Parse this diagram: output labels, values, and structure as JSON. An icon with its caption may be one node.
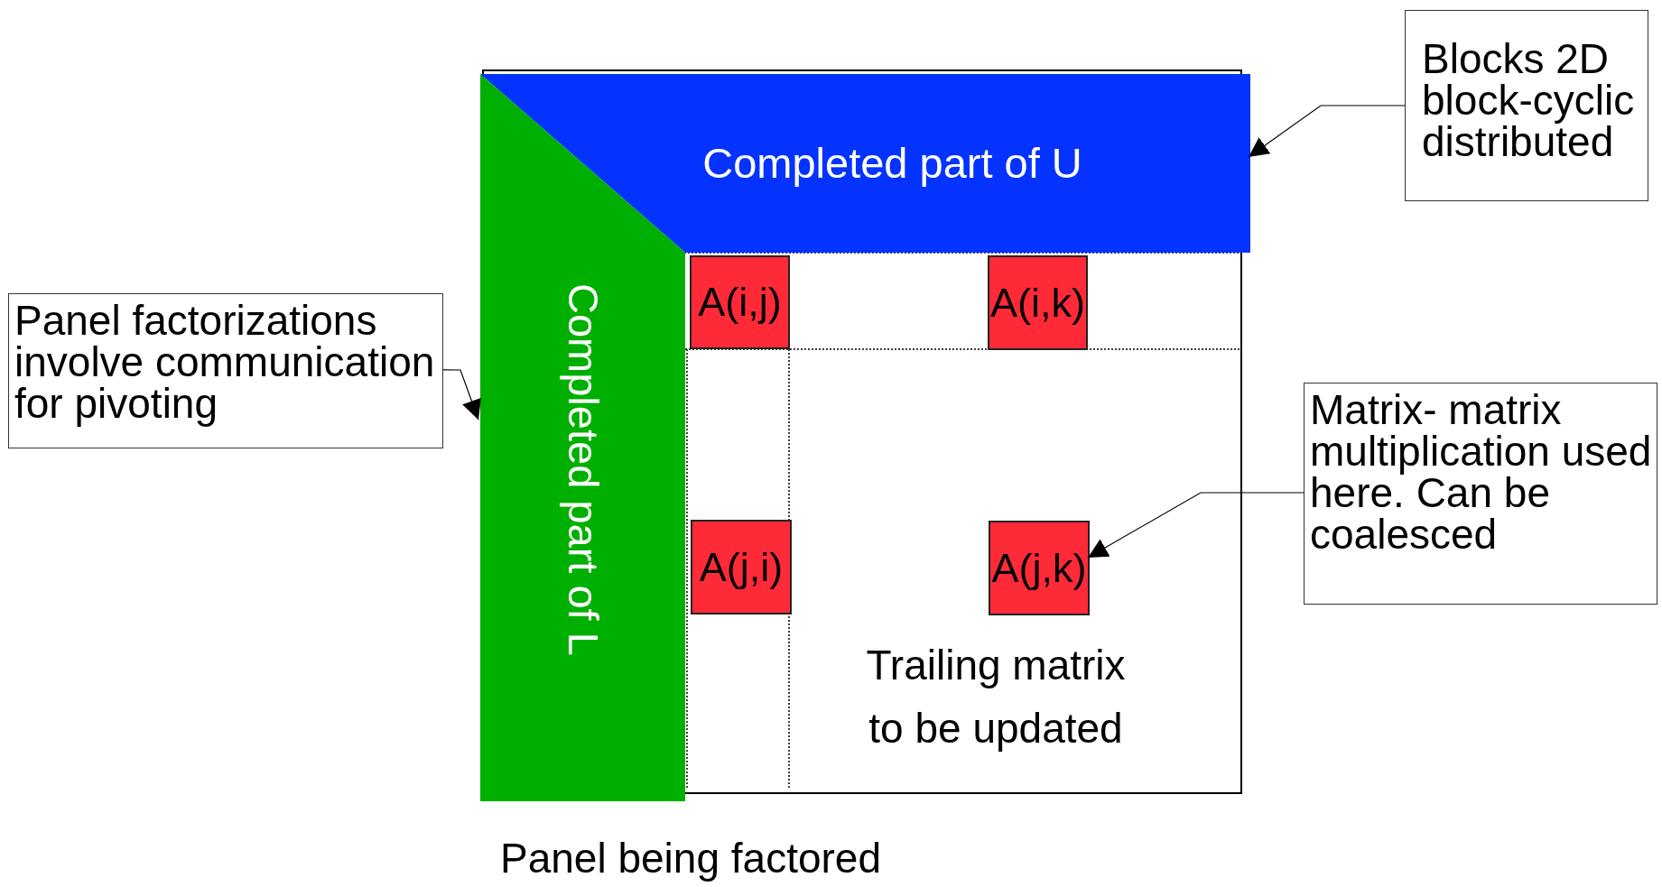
{
  "diagram": {
    "nodes": [
      {
        "text": [],
        "shape": "box"
      },
      {
        "text": [
          "Completed part of U"
        ],
        "in": 0
      },
      {
        "text": [
          "Completed part of L"
        ],
        "in": 0
      },
      {
        "text": [
          "A(i,j)"
        ],
        "in": 0
      },
      {
        "text": [
          "A(i,k)"
        ],
        "in": 0
      },
      {
        "text": [
          "A(j,i)"
        ],
        "in": 0
      },
      {
        "text": [
          "A(j,k)"
        ],
        "in": 0
      },
      {
        "text": [
          "Blocks 2D block-cyclic distributed"
        ]
      },
      {
        "text": [
          "Panel factorizations involve communication for pivoting"
        ]
      },
      {
        "text": [
          "Matrix- matrix multiplication used here. Can be coalesced"
        ]
      }
    ],
    "edges": [
      {
        "from": 7,
        "to": 1,
        "arrow": "to"
      },
      {
        "from": 8,
        "to": 2,
        "arrow": "to"
      },
      {
        "from": 9,
        "to": 6,
        "arrow": "to"
      }
    ],
    "labels": [
      "Trailing matrix to be updated",
      "Panel being factored"
    ]
  }
}
